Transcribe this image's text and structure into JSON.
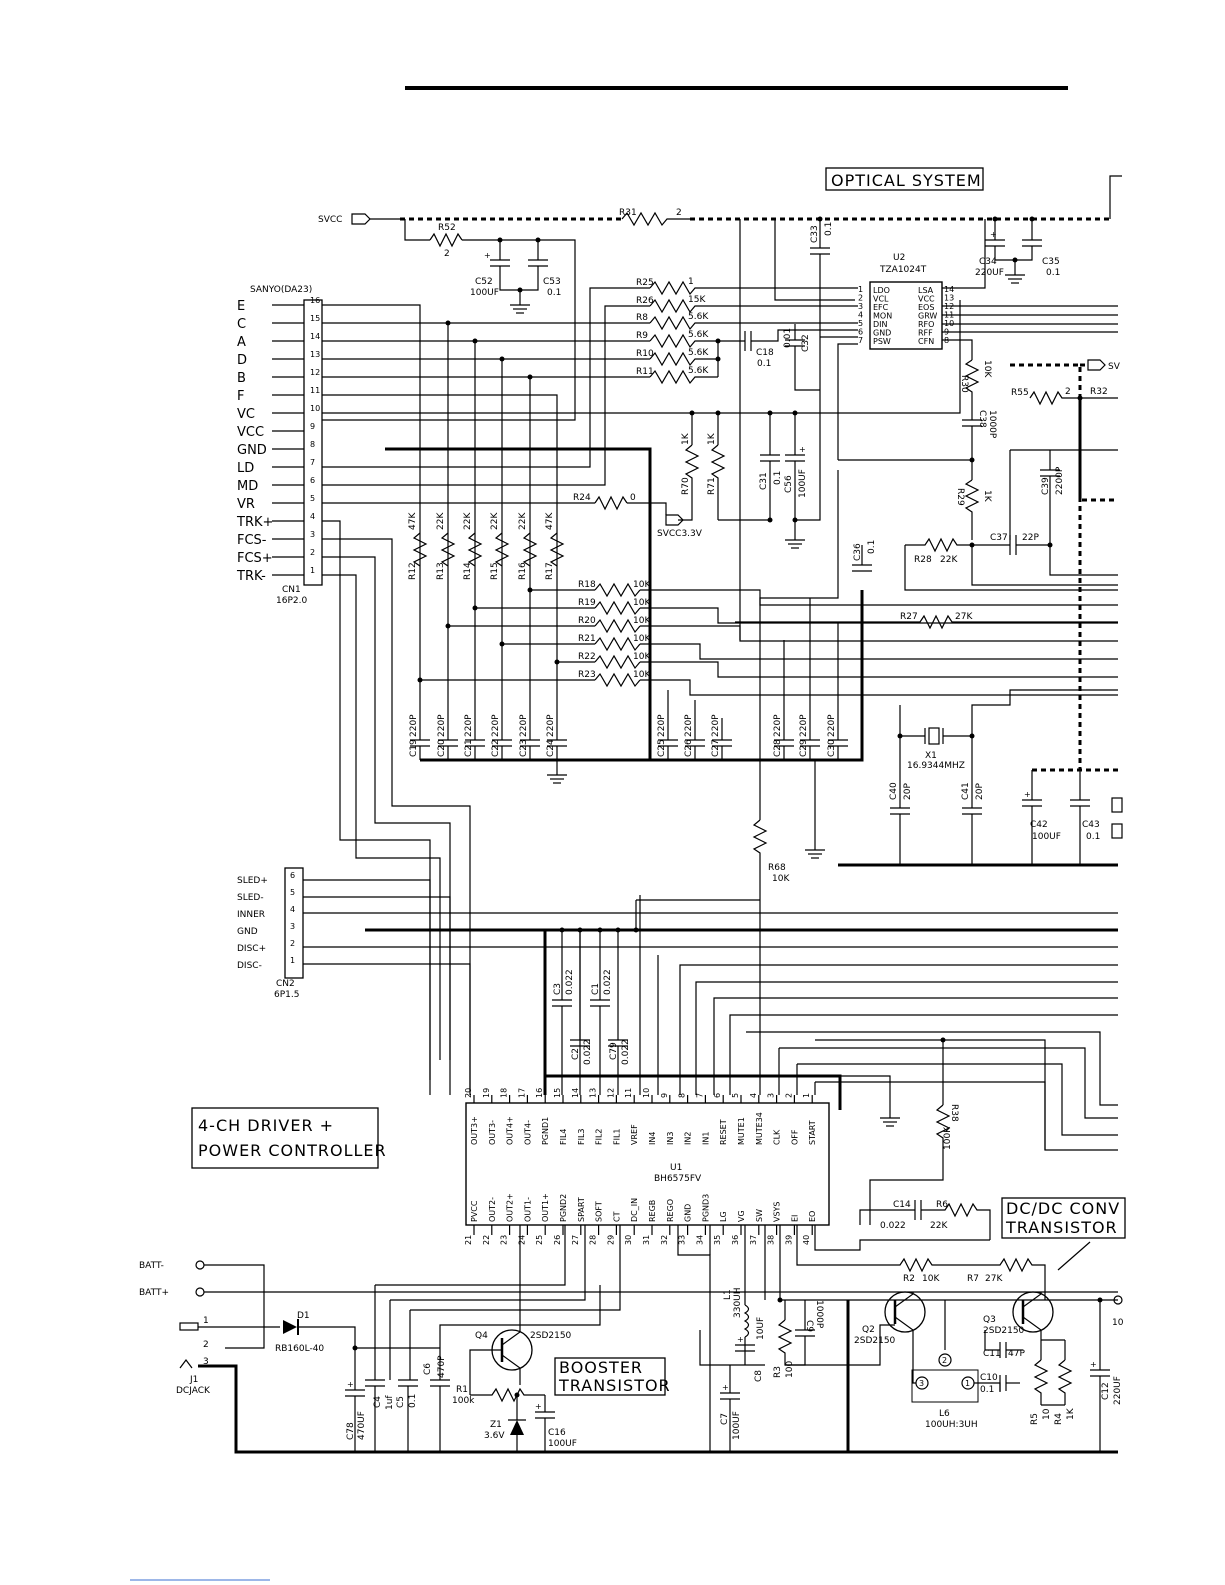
{
  "labels": {
    "optical_system": "OPTICAL SYSTEM",
    "driver_line1": "4-CH DRIVER +",
    "driver_line2": "POWER CONTROLLER",
    "dcdc_line1": "DC/DC CONV",
    "dcdc_line2": "TRANSISTOR",
    "booster_line1": "BOOSTER",
    "booster_line2": "TRANSISTOR"
  },
  "power": {
    "svcc": "SVCC",
    "svcc33": "SVCC3.3V",
    "sv_right": "SV",
    "batt_minus": "BATT-",
    "batt_plus": "BATT+"
  },
  "cn1": {
    "title": "SANYO(DA23)",
    "ref": "CN1",
    "type": "16P2.0",
    "signals": [
      "E",
      "C",
      "A",
      "D",
      "B",
      "F",
      "VC",
      "VCC",
      "GND",
      "LD",
      "MD",
      "VR",
      "TRK+",
      "FCS-",
      "FCS+",
      "TRK-"
    ],
    "pins": [
      "16",
      "15",
      "14",
      "13",
      "12",
      "11",
      "10",
      "9",
      "8",
      "7",
      "6",
      "5",
      "4",
      "3",
      "2",
      "1"
    ]
  },
  "cn2": {
    "ref": "CN2",
    "type": "6P1.5",
    "signals": [
      "SLED+",
      "SLED-",
      "INNER",
      "GND",
      "DISC+",
      "DISC-"
    ],
    "pins": [
      "6",
      "5",
      "4",
      "3",
      "2",
      "1"
    ]
  },
  "u2": {
    "ref": "U2",
    "part": "TZA1024T",
    "left_pins": [
      "1",
      "2",
      "3",
      "4",
      "5",
      "6",
      "7"
    ],
    "left_names": [
      "LDO",
      "VCL",
      "EFC",
      "MON",
      "DIN",
      "GND",
      "PSW"
    ],
    "right_pins": [
      "14",
      "13",
      "12",
      "11",
      "10",
      "9",
      "8"
    ],
    "right_names": [
      "LSA",
      "VCC",
      "EOS",
      "GRW",
      "RFO",
      "RFF",
      "CFN"
    ]
  },
  "u1": {
    "ref": "U1",
    "part": "BH6575FV",
    "top_names": [
      "OUT3+",
      "OUT3-",
      "OUT4+",
      "OUT4-",
      "PGND1",
      "FIL4",
      "FIL3",
      "FIL2",
      "FIL1",
      "VREF",
      "IN4",
      "IN3",
      "IN2",
      "IN1",
      "RESET",
      "MUTE1",
      "MUTE34",
      "CLK",
      "OFF",
      "START"
    ],
    "top_pins": [
      "20",
      "19",
      "18",
      "17",
      "16",
      "15",
      "14",
      "13",
      "12",
      "11",
      "10",
      "9",
      "8",
      "7",
      "6",
      "5",
      "4",
      "3",
      "2",
      "1"
    ],
    "bottom_names": [
      "PVCC",
      "OUT2-",
      "OUT2+",
      "OUT1-",
      "OUT1+",
      "PGND2",
      "SPART",
      "SOFT",
      "CT",
      "DC_IN",
      "REGB",
      "REGO",
      "GND",
      "PGND3",
      "LG",
      "VG",
      "SW",
      "VSYS",
      "EI",
      "EO"
    ],
    "bottom_pins": [
      "21",
      "22",
      "23",
      "24",
      "25",
      "26",
      "27",
      "28",
      "29",
      "30",
      "31",
      "32",
      "33",
      "34",
      "35",
      "36",
      "37",
      "38",
      "39",
      "40"
    ]
  },
  "resistors": {
    "r52": "R52",
    "r52_v": "2",
    "r31": "R31",
    "r31_v": "2",
    "r25": "R25",
    "r25_v": "1",
    "r26": "R26",
    "r26_v": "15K",
    "r8": "R8",
    "r8_v": "5.6K",
    "r9": "R9",
    "r9_v": "5.6K",
    "r10": "R10",
    "r10_v": "5.6K",
    "r11": "R11",
    "r11_v": "5.6K",
    "r24": "R24",
    "r24_v": "0",
    "r70": "R70",
    "r70_v": "1K",
    "r71": "R71",
    "r71_v": "1K",
    "r30": "R30",
    "r30_v": "10K",
    "r55": "R55",
    "r55_v": "2",
    "r32": "R32",
    "r29": "R29",
    "r29_v": "1K",
    "r28": "R28",
    "r28_v": "22K",
    "r27": "R27",
    "r27_v": "27K",
    "r12": "R12",
    "r12_v": "47K",
    "r13": "R13",
    "r13_v": "22K",
    "r14": "R14",
    "r14_v": "22K",
    "r15": "R15",
    "r15_v": "22K",
    "r16": "R16",
    "r16_v": "22K",
    "r17": "R17",
    "r17_v": "47K",
    "r18": "R18",
    "r18_v": "10K",
    "r19": "R19",
    "r19_v": "10K",
    "r20": "R20",
    "r20_v": "10K",
    "r21": "R21",
    "r21_v": "10K",
    "r22": "R22",
    "r22_v": "10K",
    "r23": "R23",
    "r23_v": "10K",
    "r68": "R68",
    "r68_v": "10K",
    "r38": "R38",
    "r38_v": "100K",
    "r6": "R6",
    "r6_v": "22K",
    "r2": "R2",
    "r2_v": "10K",
    "r7": "R7",
    "r7_v": "27K",
    "r1": "R1",
    "r1_v": "100k",
    "r3": "R3",
    "r3_v": "100",
    "r5": "R5",
    "r5_v": "10",
    "r4": "R4",
    "r4_v": "1K"
  },
  "capacitors": {
    "c52": "C52",
    "c52_v": "100UF",
    "c53": "C53",
    "c53_v": "0.1",
    "c33": "C33",
    "c33_v": "0.1",
    "c34": "C34",
    "c34_v": "220UF",
    "c35": "C35",
    "c35_v": "0.1",
    "c18": "C18",
    "c18_v": "0.1",
    "c32": "C32",
    "c32_v": "0.01",
    "c31": "C31",
    "c31_v": "0.1",
    "c56": "C56",
    "c56_v": "100UF",
    "c38": "C38",
    "c38_v": "1000P",
    "c39": "C39",
    "c39_v": "2200P",
    "c36": "C36",
    "c36_v": "0.1",
    "c37": "C37",
    "c37_v": "22P",
    "c220_v": "220P",
    "c19": "C19",
    "c20": "C20",
    "c21": "C21",
    "c22": "C22",
    "c23": "C23",
    "c24": "C24",
    "c25": "C25",
    "c26": "C26",
    "c27": "C27",
    "c28": "C28",
    "c29": "C29",
    "c30": "C30",
    "c40": "C40",
    "c40_v": "20P",
    "c41": "C41",
    "c41_v": "20P",
    "c42": "C42",
    "c42_v": "100UF",
    "c43": "C43",
    "c43_v": "0.1",
    "c3": "C3",
    "c3_v": "0.022",
    "c1": "C1",
    "c1_v": "0.022",
    "c2": "C2",
    "c2_v": "0.022",
    "c79": "C79",
    "c79_v": "0.022",
    "c14": "C14",
    "c14_v": "0.022",
    "c78": "C78",
    "c78_v": "470UF",
    "c4": "C4",
    "c4_v": "1uf",
    "c5": "C5",
    "c5_v": "0.1",
    "c6": "C6",
    "c6_v": "470P",
    "c16": "C16",
    "c16_v": "100UF",
    "c7": "C7",
    "c7_v": "100UF",
    "c8": "C8",
    "c8_v": "10UF",
    "c9": "C9",
    "c9_v": "1000P",
    "c11": "C11",
    "c11_v": "47P",
    "c10": "C10",
    "c10_v": "0.1",
    "c12": "C12",
    "c12_v": "220UF"
  },
  "misc": {
    "x1": "X1",
    "x1_v": "16.9344MHZ",
    "l1": "L1",
    "l1_v": "330UH",
    "l6": "L6",
    "l6_v": "100UH:3UH",
    "q2": "Q2",
    "q2_v": "2SD2150",
    "q3": "Q3",
    "q3_v": "2SD2150",
    "q4": "Q4",
    "q4_v": "2SD2150",
    "d1": "D1",
    "d1_v": "RB160L-40",
    "z1": "Z1",
    "z1_v": "3.6V",
    "j1": "J1",
    "j1_v": "DCJACK",
    "j1_p1": "1",
    "j1_p2": "2",
    "j1_p3": "3",
    "l6_p1": "1",
    "l6_p2": "2",
    "l6_p3": "3",
    "edge_10": "10"
  }
}
